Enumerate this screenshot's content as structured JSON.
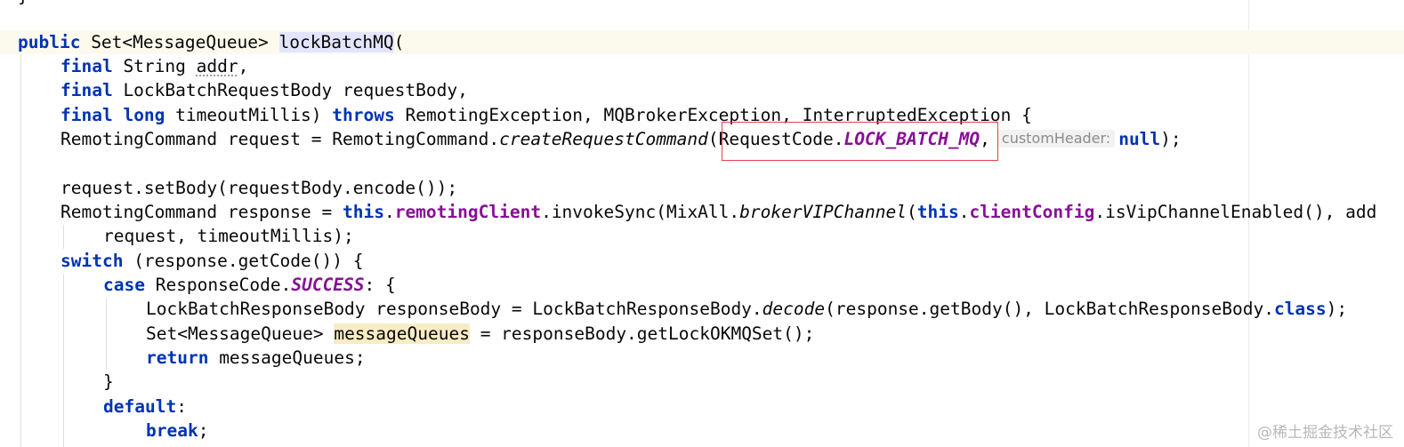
{
  "code": {
    "line1": {
      "kw_public": "public",
      "type": " Set<MessageQueue> ",
      "method": "lockBatchMQ",
      "paren": "("
    },
    "line2": {
      "kw_final": "final",
      "type": " String ",
      "param": "addr",
      "comma": ","
    },
    "line3": {
      "kw_final": "final",
      "text": " LockBatchRequestBody requestBody,"
    },
    "line4": {
      "kw_final": "final",
      "kw_long": "long",
      "text": " timeoutMillis) ",
      "kw_throws": "throws",
      "exceptions": " RemotingException, MQBrokerException, InterruptedException {"
    },
    "line5": {
      "text": "RemotingCommand request = RemotingCommand.",
      "method": "createRequestCommand",
      "arg_class": "(RequestCode.",
      "arg_const": "LOCK_BATCH_MQ",
      "comma": ",",
      "hint": "customHeader:",
      "kw_null": "null",
      "end": ");"
    },
    "line6": {
      "text": "request.setBody(requestBody.encode());"
    },
    "line7": {
      "text": "RemotingCommand response = ",
      "kw_this1": "this",
      "dot1": ".",
      "field_client": "remotingClient",
      "invoke": ".invokeSync(MixAll.",
      "method_vip": "brokerVIPChannel",
      "paren": "(",
      "kw_this2": "this",
      "dot2": ".",
      "field_config": "clientConfig",
      "rest": ".isVipChannelEnabled(), add"
    },
    "line8": {
      "text": "request, timeoutMillis);"
    },
    "line9": {
      "kw_switch": "switch",
      "text": " (response.getCode()) {"
    },
    "line10": {
      "kw_case": "case",
      "text": " ResponseCode.",
      "const": "SUCCESS",
      "end": ": {"
    },
    "line11": {
      "text": "LockBatchResponseBody responseBody = LockBatchResponseBody.",
      "method": "decode",
      "args": "(response.getBody(), LockBatchResponseBody.",
      "kw_class": "class",
      "end": ");"
    },
    "line12": {
      "type": "Set<MessageQueue> ",
      "var": "messageQueues",
      "rest": " = responseBody.getLockOKMQSet();"
    },
    "line13": {
      "kw_return": "return",
      "text": " messageQueues;"
    },
    "line14": {
      "text": "}"
    },
    "line15": {
      "kw_default": "default",
      "text": ":"
    },
    "line16": {
      "kw_break": "break",
      "text": ";"
    }
  },
  "top_fragment": "}",
  "watermark": "@稀土掘金技术社区",
  "colors": {
    "keyword": "#0033b3",
    "field": "#871094",
    "caret_row": "#fcfaed",
    "selection": "#e4e4ff",
    "highlight_box": "#e8414b",
    "usage_highlight": "#f8ecc5"
  }
}
